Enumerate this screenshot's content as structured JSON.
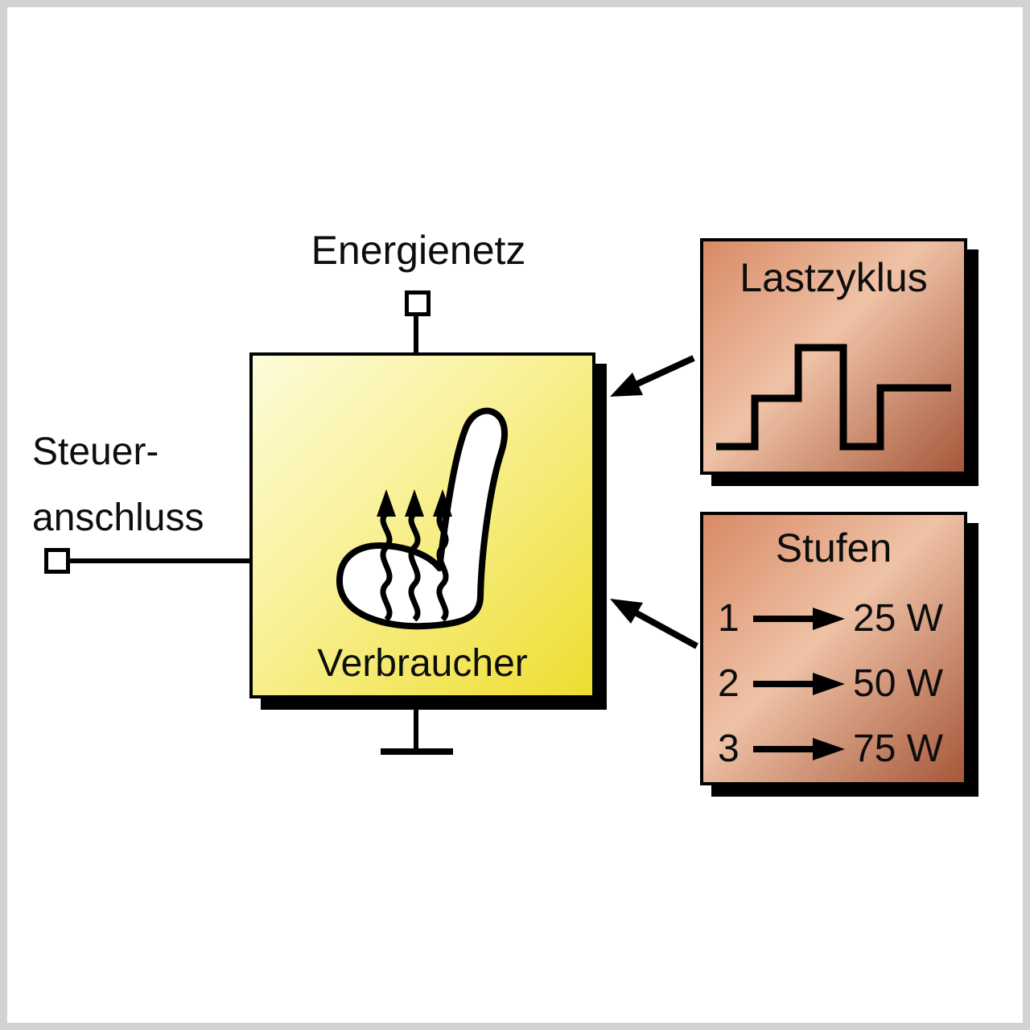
{
  "diagram": {
    "labels": {
      "energienetz": "Energienetz",
      "steuer_line1": "Steuer-",
      "steuer_line2": "anschluss",
      "verbraucher": "Verbraucher"
    },
    "lastzyklus": {
      "title": "Lastzyklus",
      "waveform": "stepped load-cycle pulse: low, mid, high, low, mid"
    },
    "stufen": {
      "title": "Stufen",
      "rows": [
        {
          "level": "1",
          "power": "25 W"
        },
        {
          "level": "2",
          "power": "50 W"
        },
        {
          "level": "3",
          "power": "75 W"
        }
      ]
    },
    "colors": {
      "yellow_light": "#fdfbda",
      "yellow_dark": "#eedd30",
      "copper_light": "#efc2a6",
      "copper_dark": "#a6573a",
      "shadow": "#000000",
      "frame": "#d2d2d2"
    }
  }
}
